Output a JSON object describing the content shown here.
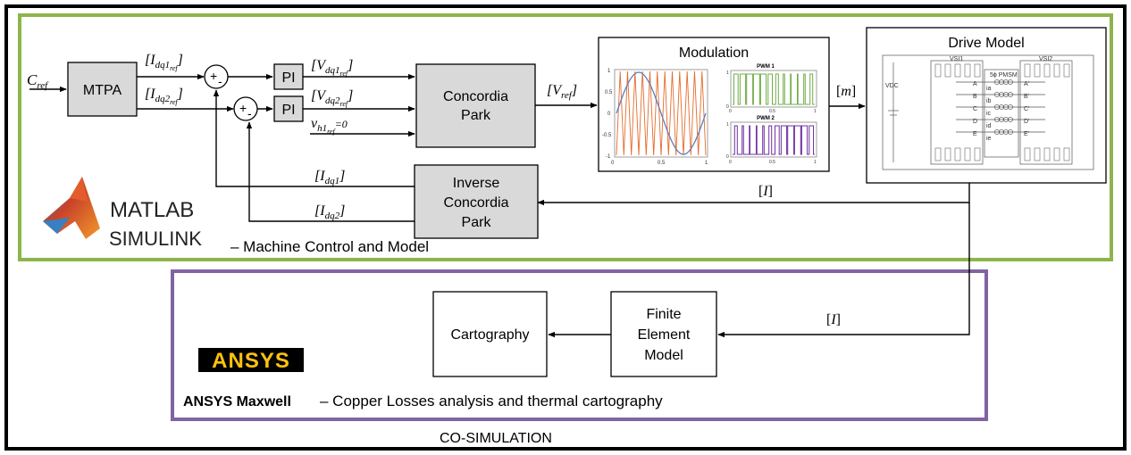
{
  "outer_label": "CO-SIMULATION",
  "matlab": {
    "logo_line1": "MATLAB",
    "logo_line2": "SIMULINK",
    "caption": "– Machine Control and Model",
    "blocks": {
      "mtpa": "MTPA",
      "pi1": "PI",
      "pi2": "PI",
      "park_line1": "Concordia",
      "park_line2": "Park",
      "inv_line1": "Inverse",
      "inv_line2": "Concordia",
      "inv_line3": "Park",
      "modulation_title": "Modulation",
      "drive_title": "Drive Model"
    },
    "sum_signs": {
      "plus": "+",
      "minus": "-"
    },
    "signals": {
      "c_ref": "Cref",
      "idq1_ref": "[Idq1ref]",
      "idq2_ref": "[Idq2ref]",
      "vdq1_ref": "[Vdq1ref]",
      "vdq2_ref": "[Vdq2ref]",
      "vh1_ref": "vh1ref=0",
      "v_ref": "[Vref]",
      "m": "[m]",
      "i": "[I]",
      "idq1": "[Idq1]",
      "idq2": "[Idq2]"
    },
    "modulation_plot": {
      "ticks_x": [
        "0",
        "0.5",
        "1"
      ],
      "ticks_y": [
        "1",
        "0.5",
        "0",
        "-0.5",
        "-1"
      ],
      "pwm1_label": "PWM 1",
      "pwm2_label": "PWM 2",
      "pwm_ticks_x": [
        "0",
        "0.5",
        "1"
      ],
      "pwm_ticks_y": [
        "1",
        "0"
      ]
    },
    "drive_model": {
      "vsi1": "VSI1",
      "vsi2": "VSI2",
      "motor": "5ϕ PMSM",
      "vdc": "VDC",
      "phases_left": [
        "A",
        "B",
        "C",
        "D",
        "E"
      ],
      "phases_right": [
        "A'",
        "B'",
        "C'",
        "D'",
        "E'"
      ],
      "currents": [
        "ia",
        "ib",
        "ic",
        "id",
        "ie"
      ]
    }
  },
  "ansys": {
    "logo": "ANSYS",
    "caption_bold": "ANSYS Maxwell",
    "caption_rest": "– Copper Losses analysis and thermal cartography",
    "fem_line1": "Finite",
    "fem_line2": "Element",
    "fem_line3": "Model",
    "cartography": "Cartography",
    "signal_i": "[I]"
  },
  "colors": {
    "matlab_border": "#8db54a",
    "ansys_border": "#8064a2",
    "block_gray": "#d9d9d9",
    "carrier": "#e46c2c",
    "sine": "#5b7fbf",
    "pwm1": "#70ad47",
    "pwm2": "#7030a0"
  }
}
